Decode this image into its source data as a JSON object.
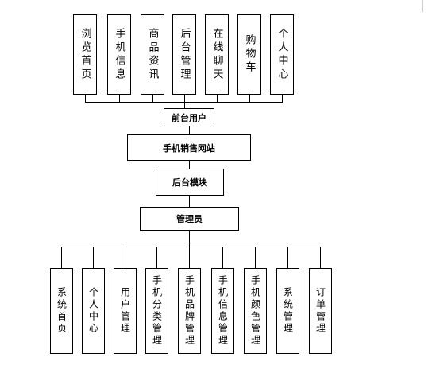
{
  "top_modules": [
    "浏览首页",
    "手机信息",
    "商品资讯",
    "后台管理",
    "在线聊天",
    "购物车",
    "个人中心"
  ],
  "front_user": "前台用户",
  "site": "手机销售网站",
  "backend_module": "后台模块",
  "admin": "管理员",
  "bottom_modules": [
    "系统首页",
    "个人中心",
    "用户管理",
    "手机分类管理",
    "手机品牌管理",
    "手机信息管理",
    "手机颜色管理",
    "系统管理",
    "订单管理"
  ]
}
